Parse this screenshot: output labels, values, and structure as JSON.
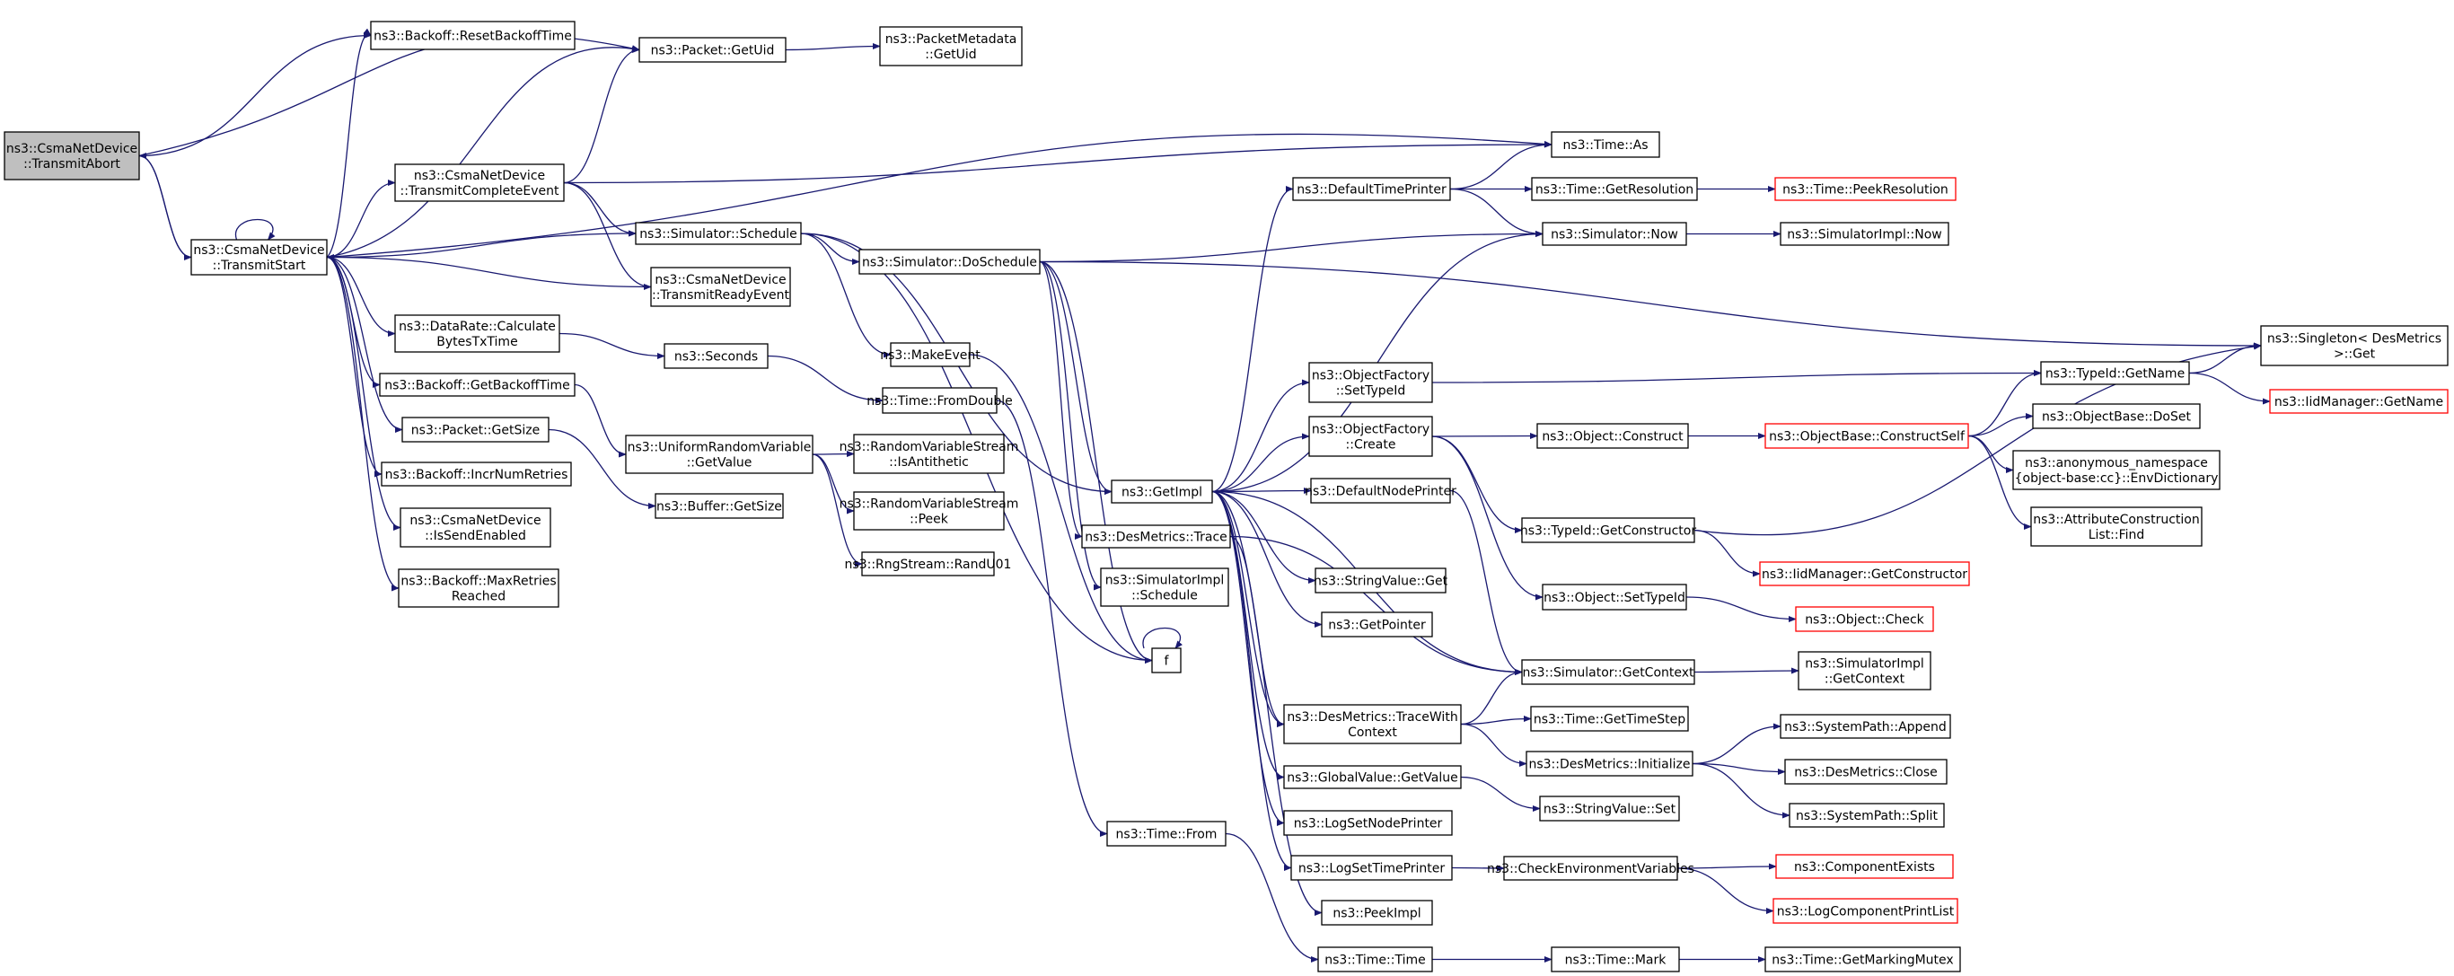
{
  "colors": {
    "edge": "#191970",
    "root_fill": "#bfbfbf",
    "incomplete_border": "#ff0000"
  },
  "nodes": {
    "transmit_abort": {
      "lines": [
        "ns3::CsmaNetDevice",
        "::TransmitAbort"
      ]
    },
    "transmit_start": {
      "lines": [
        "ns3::CsmaNetDevice",
        "::TransmitStart"
      ]
    },
    "reset_backoff": {
      "lines": [
        "ns3::Backoff::ResetBackoffTime"
      ]
    },
    "packet_getuid": {
      "lines": [
        "ns3::Packet::GetUid"
      ]
    },
    "packetmetadata_getuid": {
      "lines": [
        "ns3::PacketMetadata",
        "::GetUid"
      ]
    },
    "transmit_complete": {
      "lines": [
        "ns3::CsmaNetDevice",
        "::TransmitCompleteEvent"
      ]
    },
    "time_as": {
      "lines": [
        "ns3::Time::As"
      ]
    },
    "sim_schedule": {
      "lines": [
        "ns3::Simulator::Schedule"
      ]
    },
    "transmit_ready": {
      "lines": [
        "ns3::CsmaNetDevice",
        "::TransmitReadyEvent"
      ]
    },
    "sim_doschedule": {
      "lines": [
        "ns3::Simulator::DoSchedule"
      ]
    },
    "datarate_calc": {
      "lines": [
        "ns3::DataRate::Calculate",
        "BytesTxTime"
      ]
    },
    "seconds": {
      "lines": [
        "ns3::Seconds"
      ]
    },
    "get_backoff": {
      "lines": [
        "ns3::Backoff::GetBackoffTime"
      ]
    },
    "packet_getsize": {
      "lines": [
        "ns3::Packet::GetSize"
      ]
    },
    "incr_retries": {
      "lines": [
        "ns3::Backoff::IncrNumRetries"
      ]
    },
    "is_send_enabled": {
      "lines": [
        "ns3::CsmaNetDevice",
        "::IsSendEnabled"
      ]
    },
    "max_retries": {
      "lines": [
        "ns3::Backoff::MaxRetries",
        "Reached"
      ]
    },
    "urv_getvalue": {
      "lines": [
        "ns3::UniformRandomVariable",
        "::GetValue"
      ]
    },
    "buffer_getsize": {
      "lines": [
        "ns3::Buffer::GetSize"
      ]
    },
    "rvs_isantithetic": {
      "lines": [
        "ns3::RandomVariableStream",
        "::IsAntithetic"
      ]
    },
    "rvs_peek": {
      "lines": [
        "ns3::RandomVariableStream",
        "::Peek"
      ]
    },
    "rng_randu01": {
      "lines": [
        "ns3::RngStream::RandU01"
      ]
    },
    "make_event": {
      "lines": [
        "ns3::MakeEvent"
      ]
    },
    "time_fromdouble": {
      "lines": [
        "ns3::Time::FromDouble"
      ]
    },
    "getimpl": {
      "lines": [
        "ns3::GetImpl"
      ]
    },
    "desmetrics_trace": {
      "lines": [
        "ns3::DesMetrics::Trace"
      ]
    },
    "simimpl_schedule": {
      "lines": [
        "ns3::SimulatorImpl",
        "::Schedule"
      ]
    },
    "f": {
      "lines": [
        "f"
      ]
    },
    "time_from": {
      "lines": [
        "ns3::Time::From"
      ]
    },
    "default_time_printer": {
      "lines": [
        "ns3::DefaultTimePrinter"
      ]
    },
    "objfactory_settypeid": {
      "lines": [
        "ns3::ObjectFactory",
        "::SetTypeId"
      ]
    },
    "objfactory_create": {
      "lines": [
        "ns3::ObjectFactory",
        "::Create"
      ]
    },
    "default_node_printer": {
      "lines": [
        "ns3::DefaultNodePrinter"
      ]
    },
    "stringvalue_get": {
      "lines": [
        "ns3::StringValue::Get"
      ]
    },
    "getpointer": {
      "lines": [
        "ns3::GetPointer"
      ]
    },
    "traceWithContext": {
      "lines": [
        "ns3::DesMetrics::TraceWith",
        "Context"
      ]
    },
    "globalvalue_getvalue": {
      "lines": [
        "ns3::GlobalValue::GetValue"
      ]
    },
    "logsetnodeprinter": {
      "lines": [
        "ns3::LogSetNodePrinter"
      ]
    },
    "logsettimeprinter": {
      "lines": [
        "ns3::LogSetTimePrinter"
      ]
    },
    "peekimpl": {
      "lines": [
        "ns3::PeekImpl"
      ]
    },
    "time_time": {
      "lines": [
        "ns3::Time::Time"
      ]
    },
    "time_getresolution": {
      "lines": [
        "ns3::Time::GetResolution"
      ]
    },
    "time_peekresolution": {
      "lines": [
        "ns3::Time::PeekResolution"
      ]
    },
    "sim_now": {
      "lines": [
        "ns3::Simulator::Now"
      ]
    },
    "simimpl_now": {
      "lines": [
        "ns3::SimulatorImpl::Now"
      ]
    },
    "singleton_get": {
      "lines": [
        "ns3::Singleton< DesMetrics",
        " >::Get"
      ]
    },
    "typeid_getname": {
      "lines": [
        "ns3::TypeId::GetName"
      ]
    },
    "iidmanager_getname": {
      "lines": [
        "ns3::IidManager::GetName"
      ]
    },
    "object_construct": {
      "lines": [
        "ns3::Object::Construct"
      ]
    },
    "objectbase_constructself": {
      "lines": [
        "ns3::ObjectBase::ConstructSelf"
      ]
    },
    "objectbase_doset": {
      "lines": [
        "ns3::ObjectBase::DoSet"
      ]
    },
    "envdictionary": {
      "lines": [
        "ns3::anonymous_namespace",
        "{object-base:cc}::EnvDictionary"
      ]
    },
    "attrconstr_find": {
      "lines": [
        "ns3::AttributeConstruction",
        "List::Find"
      ]
    },
    "typeid_getconstructor": {
      "lines": [
        "ns3::TypeId::GetConstructor"
      ]
    },
    "iidmanager_getconstructor": {
      "lines": [
        "ns3::IidManager::GetConstructor"
      ]
    },
    "object_settypeid": {
      "lines": [
        "ns3::Object::SetTypeId"
      ]
    },
    "object_check": {
      "lines": [
        "ns3::Object::Check"
      ]
    },
    "sim_getcontext": {
      "lines": [
        "ns3::Simulator::GetContext"
      ]
    },
    "simimpl_getcontext": {
      "lines": [
        "ns3::SimulatorImpl",
        "::GetContext"
      ]
    },
    "time_gettimestep": {
      "lines": [
        "ns3::Time::GetTimeStep"
      ]
    },
    "desmetrics_initialize": {
      "lines": [
        "ns3::DesMetrics::Initialize"
      ]
    },
    "systempath_append": {
      "lines": [
        "ns3::SystemPath::Append"
      ]
    },
    "desmetrics_close": {
      "lines": [
        "ns3::DesMetrics::Close"
      ]
    },
    "systempath_split": {
      "lines": [
        "ns3::SystemPath::Split"
      ]
    },
    "stringvalue_set": {
      "lines": [
        "ns3::StringValue::Set"
      ]
    },
    "check_env_vars": {
      "lines": [
        "ns3::CheckEnvironmentVariables"
      ]
    },
    "component_exists": {
      "lines": [
        "ns3::ComponentExists"
      ]
    },
    "logcomponentprintlist": {
      "lines": [
        "ns3::LogComponentPrintList"
      ]
    },
    "time_mark": {
      "lines": [
        "ns3::Time::Mark"
      ]
    },
    "time_getmarkingmutex": {
      "lines": [
        "ns3::Time::GetMarkingMutex"
      ]
    }
  }
}
